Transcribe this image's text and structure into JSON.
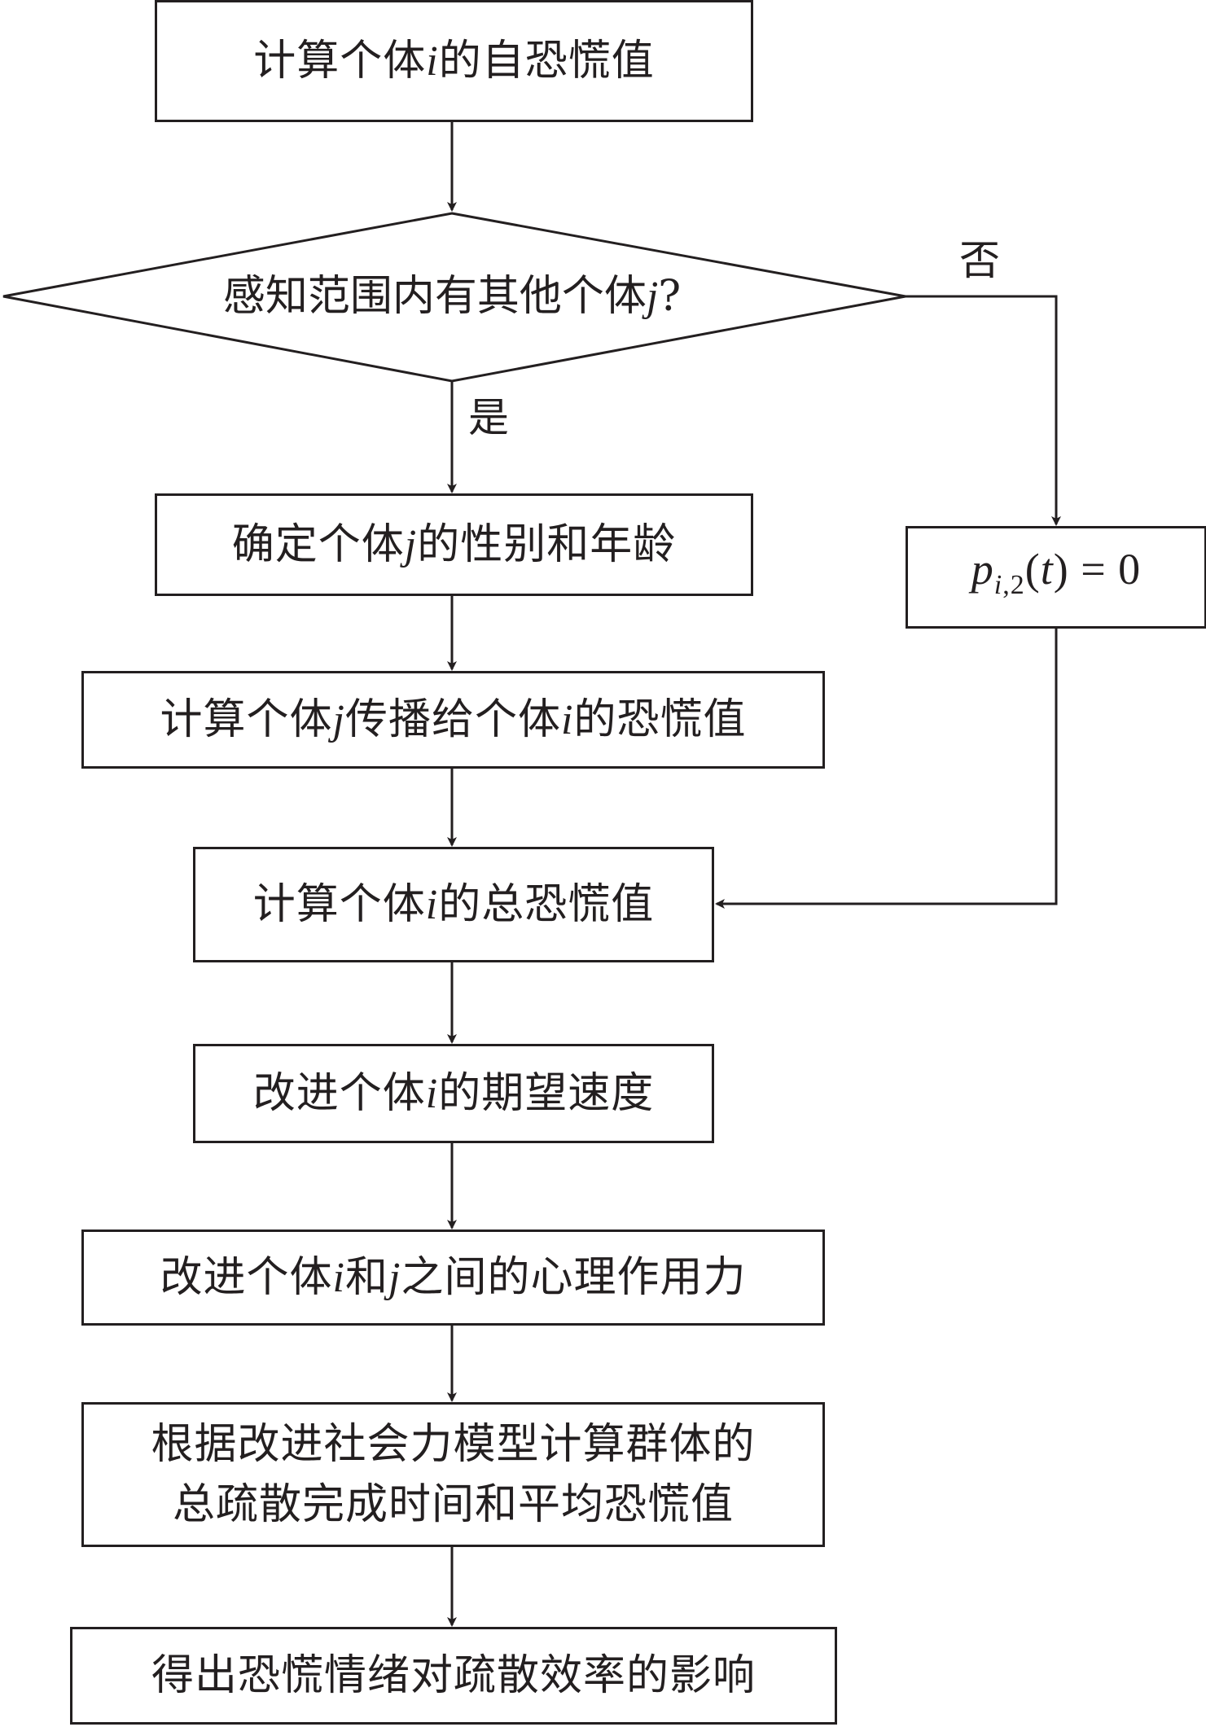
{
  "nodes": {
    "n1": {
      "pre": "计算个体",
      "var": "i",
      "post": "的自恐慌值"
    },
    "decision": {
      "pre": "感知范围内有其他个体",
      "var": "j",
      "post": "?"
    },
    "yes_label": "是",
    "no_label": "否",
    "n2": {
      "pre": "确定个体",
      "var": "j",
      "post": "的性别和年龄"
    },
    "n3": {
      "pre": "计算个体",
      "var": "j",
      "mid": "传播给个体",
      "var2": "i",
      "post": "的恐慌值"
    },
    "side": {
      "p": "p",
      "sub_i": "i",
      "sub_rest": ",2",
      "open": "(",
      "t": "t",
      "close": ") = 0"
    },
    "n4": {
      "pre": "计算个体",
      "var": "i",
      "post": "的总恐慌值"
    },
    "n5": {
      "pre": "改进个体",
      "var": "i",
      "post": "的期望速度"
    },
    "n6": {
      "pre": "改进个体",
      "var": "i",
      "mid": "和",
      "var2": "j",
      "post": "之间的心理作用力"
    },
    "n7": {
      "line1": "根据改进社会力模型计算群体的",
      "line2": "总疏散完成时间和平均恐慌值"
    },
    "n8": {
      "text": "得出恐慌情绪对疏散效率的影响"
    }
  },
  "colors": {
    "stroke": "#231f20",
    "background": "#ffffff"
  }
}
